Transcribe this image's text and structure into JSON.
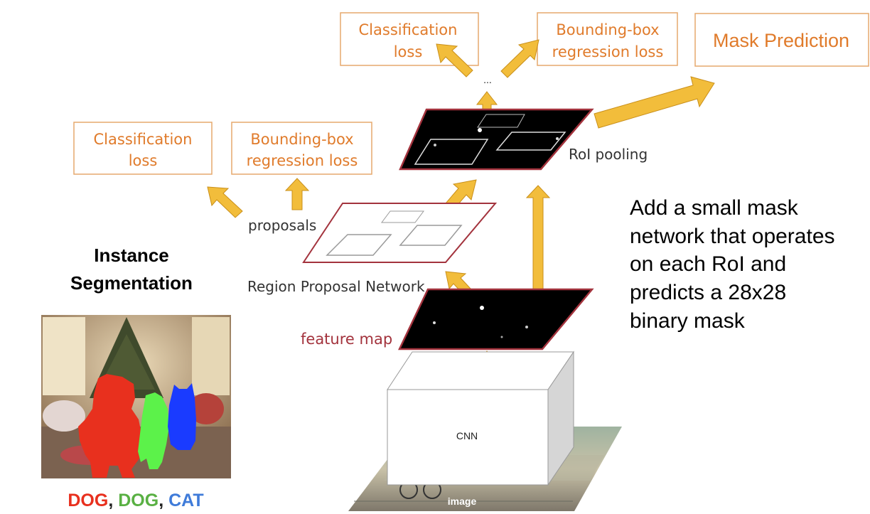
{
  "diagram": {
    "rpn_losses": {
      "classification": [
        "Classification",
        "loss"
      ],
      "bbox_regression": [
        "Bounding-box",
        "regression loss"
      ]
    },
    "roi_losses": {
      "classification": [
        "Classification",
        "loss"
      ],
      "bbox_regression": [
        "Bounding-box",
        "regression loss"
      ]
    },
    "mask_prediction": "Mask Prediction",
    "ellipsis": "...",
    "roi_pooling": "RoI pooling",
    "proposals": "proposals",
    "rpn": "Region Proposal Network",
    "feature_map": "feature map",
    "cnn": "CNN",
    "image": "image",
    "description": [
      "Add a small mask",
      "network that operates",
      "on each RoI and",
      "predicts a 28x28",
      "binary mask"
    ],
    "panel_title": [
      "Instance",
      "Segmentation"
    ],
    "classes": [
      {
        "text": "DOG",
        "color": "#e8301e"
      },
      {
        "text": ", ",
        "color": "#222222"
      },
      {
        "text": "DOG",
        "color": "#59b043"
      },
      {
        "text": ", ",
        "color": "#222222"
      },
      {
        "text": "CAT",
        "color": "#3f7bd9"
      }
    ]
  },
  "colors": {
    "loss_text": "#e07b2b",
    "arrow_fill": "#f2bd3b",
    "arrow_stroke": "#c98f1a",
    "red_outline": "#a3333d",
    "feature_map": "#000000"
  }
}
